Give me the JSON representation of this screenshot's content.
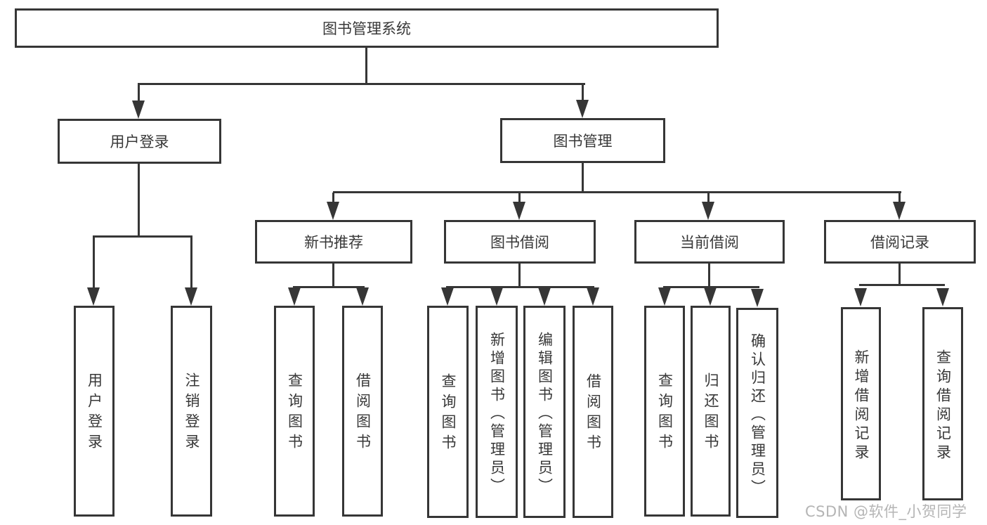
{
  "nodes": {
    "root": "图书管理系统",
    "user_login": "用户登录",
    "book_management": "图书管理",
    "new_book_recommend": "新书推荐",
    "book_borrowing": "图书借阅",
    "current_borrowing": "当前借阅",
    "borrowing_records": "借阅记录",
    "leaf_user_login": "用户登录",
    "leaf_logout": "注销登录",
    "rec_query_books": "查询图书",
    "rec_borrow_books": "借阅图书",
    "bor_query_books": "查询图书",
    "bor_add_books_admin": "新增图书（管理员）",
    "bor_edit_books_admin": "编辑图书（管理员）",
    "bor_borrow_books": "借阅图书",
    "cur_query_books": "查询图书",
    "cur_return_books": "归还图书",
    "cur_confirm_return_admin": "确认归还（管理员）",
    "log_add_record": "新增借阅记录",
    "log_query_record": "查询借阅记录"
  },
  "hierarchy": {
    "图书管理系统": {
      "用户登录": [
        "用户登录",
        "注销登录"
      ],
      "图书管理": {
        "新书推荐": [
          "查询图书",
          "借阅图书"
        ],
        "图书借阅": [
          "查询图书",
          "新增图书（管理员）",
          "编辑图书（管理员）",
          "借阅图书"
        ],
        "当前借阅": [
          "查询图书",
          "归还图书",
          "确认归还（管理员）"
        ],
        "借阅记录": [
          "新增借阅记录",
          "查询借阅记录"
        ]
      }
    }
  },
  "watermark": "CSDN @软件_小贺同学",
  "colors": {
    "line": "#363636",
    "text": "#383838",
    "box_background": "#ffffff",
    "page_background": "#ffffff",
    "watermark": "#b5b5b5"
  }
}
